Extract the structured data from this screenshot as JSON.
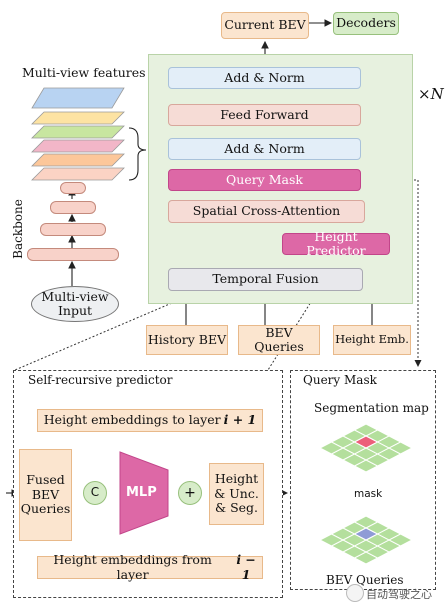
{
  "top": {
    "current_bev": "Current BEV",
    "decoders": "Decoders",
    "repeat": "×N"
  },
  "left": {
    "multi_view_features": "Multi-view features",
    "backbone": "Backbone",
    "multi_view_input": "Multi-view Input"
  },
  "transformer": {
    "add_norm_top": "Add & Norm",
    "feed_forward": "Feed Forward",
    "add_norm_mid": "Add & Norm",
    "query_mask": "Query Mask",
    "spatial_cross_attention": "Spatial Cross-Attention",
    "height_predictor": "Height Predictor",
    "temporal_fusion": "Temporal Fusion"
  },
  "inputs": {
    "history_bev": "History BEV",
    "bev_queries": "BEV Queries",
    "height_emb": "Height Emb."
  },
  "predictor": {
    "title": "Self-recursive predictor",
    "height_to_next": "Height embeddings to layer ",
    "height_to_next_var": "i + 1",
    "fused_bev_queries": "Fused BEV Queries",
    "concat_symbol": "C",
    "mlp": "MLP",
    "plus_symbol": "+",
    "outputs": "Height & Unc. & Seg.",
    "height_from_prev": "Height embeddings from layer ",
    "height_from_prev_var": "i − 1"
  },
  "query_mask_panel": {
    "title": "Query Mask",
    "segmentation_map": "Segmentation map",
    "mask": "mask",
    "bev_queries": "BEV Queries"
  },
  "watermark": "自动驾驶之心",
  "colors": {
    "feature_layers": [
      "#fbd3c4",
      "#fcc79a",
      "#f2b6c8",
      "#c8e6a0",
      "#fde3a3",
      "#b8d3f2"
    ],
    "backbone": "#f8d2c9",
    "mlp": "#dd68a6",
    "grid": "#b4df9d",
    "grid_highlight_top": "#ec5f7a",
    "grid_highlight_bottom": "#8f9bd6"
  }
}
